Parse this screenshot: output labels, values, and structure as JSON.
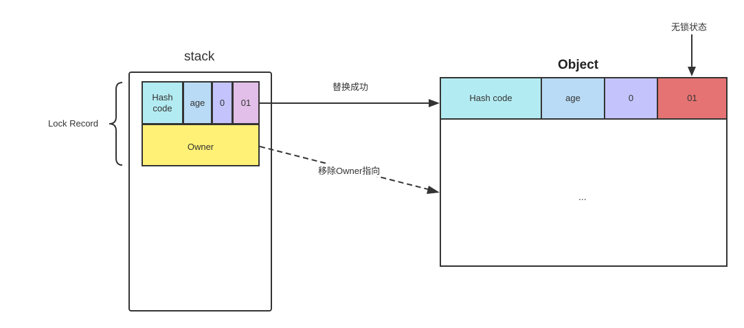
{
  "stack": {
    "title": "stack",
    "lock_record_label": "Lock Record",
    "cells": {
      "hash_line1": "Hash",
      "hash_line2": "code",
      "age": "age",
      "bit": "0",
      "lock_bits": "01",
      "owner": "Owner"
    }
  },
  "object": {
    "title": "Object",
    "status_label": "无锁状态",
    "cells": {
      "hash": "Hash code",
      "age": "age",
      "bit": "0",
      "lock_bits": "01"
    },
    "body_text": "..."
  },
  "arrows": {
    "replace_success": "替换成功",
    "remove_owner": "移除Owner指向"
  },
  "colors": {
    "hash": "#b3ebf2",
    "age": "#b9dbf5",
    "bit": "#c4c3fb",
    "lock_bits_stack": "#e2bfe8",
    "lock_bits_object": "#e57373",
    "owner": "#fff176",
    "stroke": "#333333"
  }
}
